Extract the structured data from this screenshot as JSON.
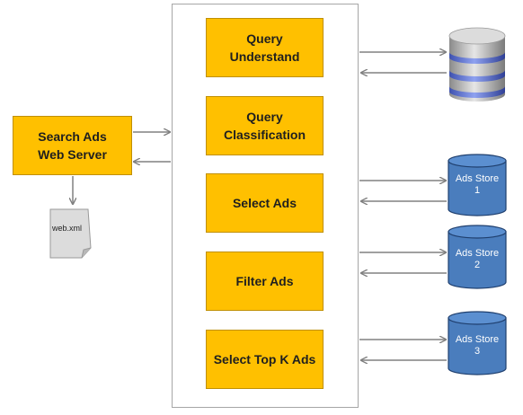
{
  "server": {
    "label": "Search Ads\nWeb Server"
  },
  "config_file": {
    "label": "web.xml"
  },
  "pipeline": {
    "stages": [
      {
        "label": "Query\nUnderstand"
      },
      {
        "label": "Query\nClassification"
      },
      {
        "label": "Select Ads"
      },
      {
        "label": "Filter Ads"
      },
      {
        "label": "Select Top K Ads"
      }
    ]
  },
  "stores": [
    {
      "label": "Ads Store\n1"
    },
    {
      "label": "Ads Store\n2"
    },
    {
      "label": "Ads Store\n3"
    }
  ],
  "colors": {
    "stage_fill": "#ffc000",
    "stage_border": "#c08f00",
    "store_fill": "#4a7dbd",
    "store_border": "#1f3f6e",
    "arrow": "#808080",
    "panel_border": "#a6a6a6"
  },
  "icons": {
    "database": "database-icon",
    "file": "document-icon"
  }
}
